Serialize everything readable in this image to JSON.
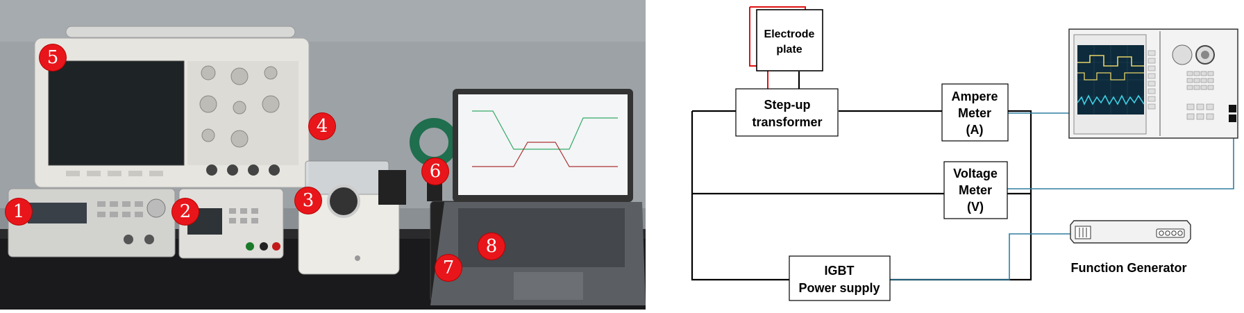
{
  "photo": {
    "markers": [
      "1",
      "2",
      "3",
      "4",
      "5",
      "6",
      "7",
      "8"
    ]
  },
  "diagram": {
    "electrode_plate": [
      "Electrode",
      "plate"
    ],
    "transformer": [
      "Step-up",
      "transformer"
    ],
    "ampere_meter": [
      "Ampere",
      "Meter",
      "(A)"
    ],
    "voltage_meter": [
      "Voltage",
      "Meter",
      "(V)"
    ],
    "igbt": [
      "IGBT",
      "Power supply"
    ],
    "function_generator": "Function Generator"
  },
  "colors": {
    "marker": "#e8161b",
    "wire": "#000000",
    "signal": "#2e7fa0",
    "electrode_lead": "#e01010"
  }
}
